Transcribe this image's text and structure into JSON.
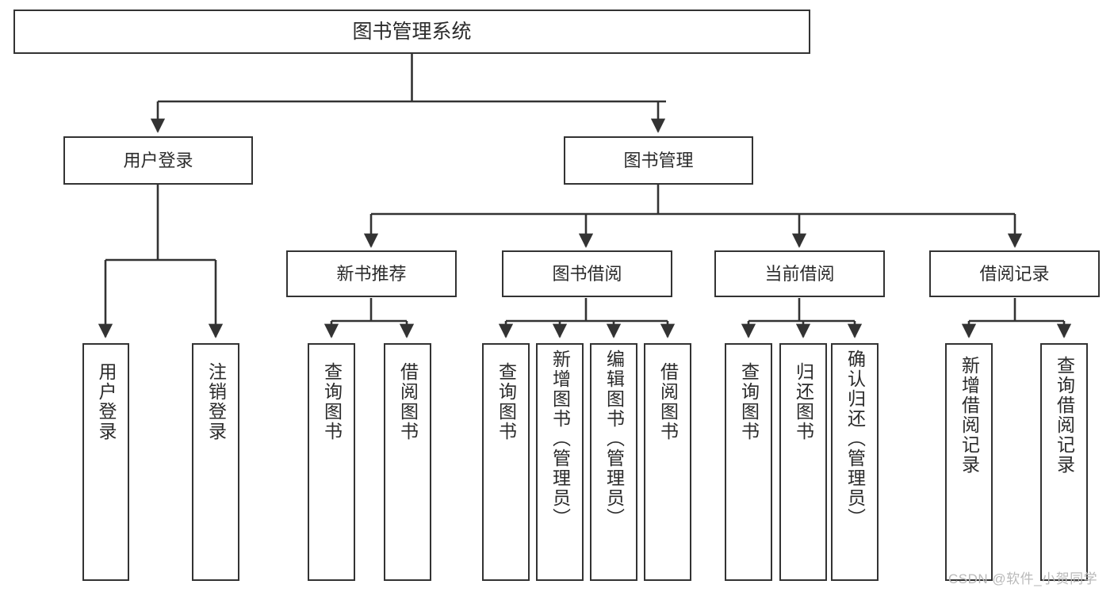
{
  "diagram": {
    "title": "图书管理系统",
    "type": "hierarchy-tree",
    "root": {
      "label": "图书管理系统"
    },
    "level1": [
      {
        "id": "user-login",
        "label": "用户登录"
      },
      {
        "id": "book-management",
        "label": "图书管理"
      }
    ],
    "level2": [
      {
        "id": "new-book-recommend",
        "label": "新书推荐",
        "parent": "book-management"
      },
      {
        "id": "book-borrow",
        "label": "图书借阅",
        "parent": "book-management"
      },
      {
        "id": "current-borrow",
        "label": "当前借阅",
        "parent": "book-management"
      },
      {
        "id": "borrow-record",
        "label": "借阅记录",
        "parent": "book-management"
      }
    ],
    "leaves": [
      {
        "id": "leaf-user-login",
        "label": "用户登录",
        "parent": "user-login"
      },
      {
        "id": "leaf-logout-login",
        "label": "注销登录",
        "parent": "user-login"
      },
      {
        "id": "leaf-query-book-1",
        "label": "查询图书",
        "parent": "new-book-recommend"
      },
      {
        "id": "leaf-borrow-book-1",
        "label": "借阅图书",
        "parent": "new-book-recommend"
      },
      {
        "id": "leaf-query-book-2",
        "label": "查询图书",
        "parent": "book-borrow"
      },
      {
        "id": "leaf-add-book",
        "label": "新增图书（管理员）",
        "parent": "book-borrow"
      },
      {
        "id": "leaf-edit-book",
        "label": "编辑图书（管理员）",
        "parent": "book-borrow"
      },
      {
        "id": "leaf-borrow-book-2",
        "label": "借阅图书",
        "parent": "book-borrow"
      },
      {
        "id": "leaf-query-book-3",
        "label": "查询图书",
        "parent": "current-borrow"
      },
      {
        "id": "leaf-return-book",
        "label": "归还图书",
        "parent": "current-borrow"
      },
      {
        "id": "leaf-confirm-return",
        "label": "确认归还（管理员）",
        "parent": "current-borrow"
      },
      {
        "id": "leaf-add-record",
        "label": "新增借阅记录",
        "parent": "borrow-record"
      },
      {
        "id": "leaf-query-record",
        "label": "查询借阅记录",
        "parent": "borrow-record"
      }
    ],
    "colors": {
      "stroke": "#333333",
      "fill": "#ffffff",
      "text": "#2b2b2b",
      "watermark": "#b9b9b9"
    }
  },
  "watermark": {
    "text": "CSDN @软件_小贺同学"
  }
}
